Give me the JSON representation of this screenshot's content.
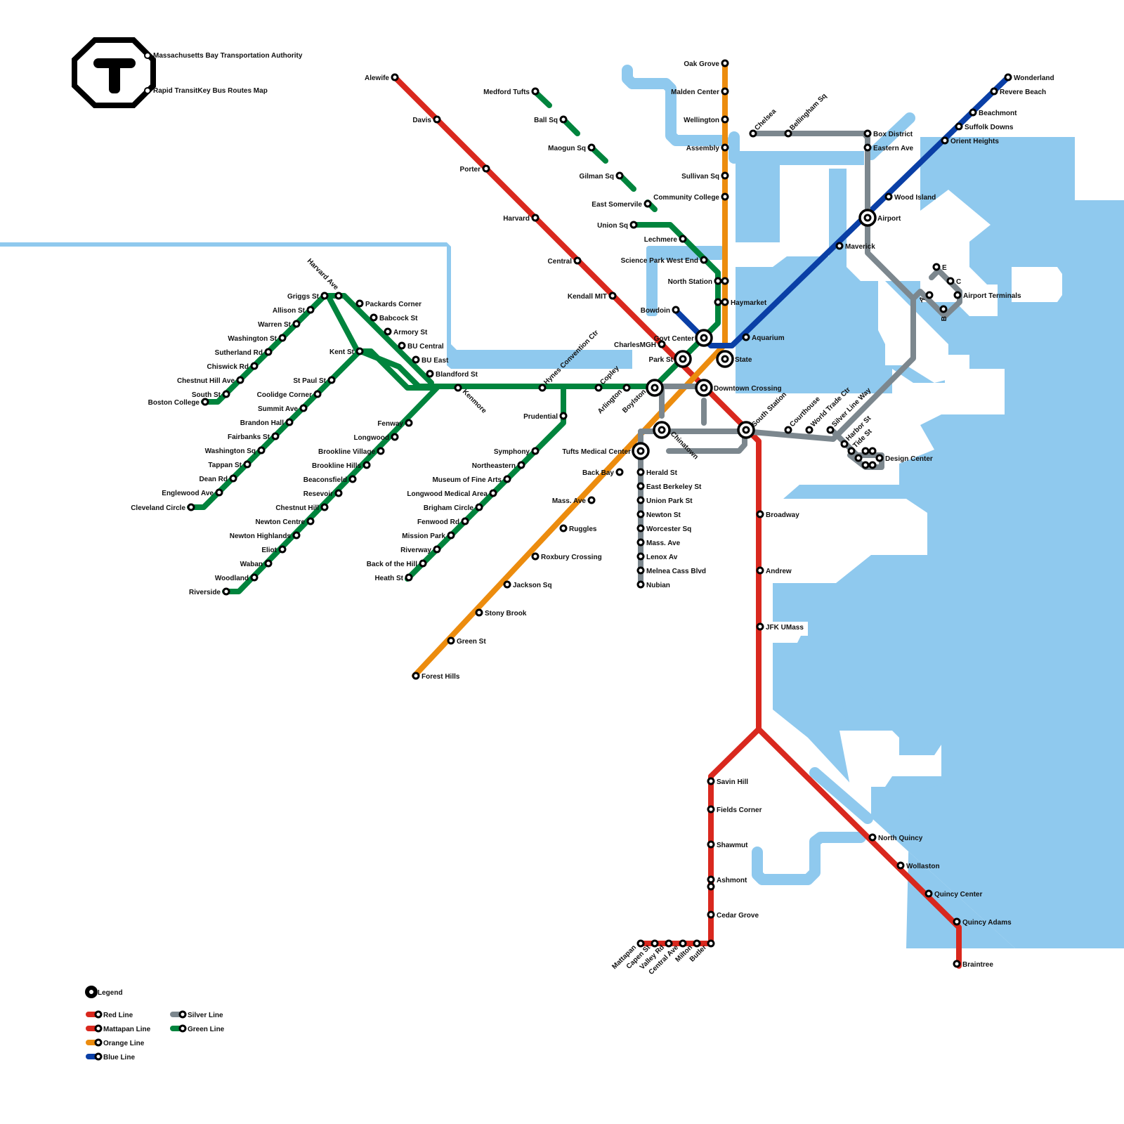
{
  "header": {
    "title": "Massachusetts Bay Transportation Authority",
    "subtitle": "Rapid TransitKey Bus Routes Map",
    "logo_icon": "mbta-t-logo-icon"
  },
  "colors": {
    "red": "#d9281e",
    "orange": "#ec8c0e",
    "blue": "#0a3fa6",
    "green": "#00843d",
    "silver": "#7c878e",
    "water": "#8fc9ee"
  },
  "legend": {
    "title": "Legend",
    "items": [
      {
        "label": "Red Line",
        "color": "#d9281e"
      },
      {
        "label": "Mattapan Line",
        "color": "#d9281e"
      },
      {
        "label": "Orange Line",
        "color": "#ec8c0e"
      },
      {
        "label": "Blue Line",
        "color": "#0a3fa6"
      },
      {
        "label": "Silver Line",
        "color": "#7c878e"
      },
      {
        "label": "Green Line",
        "color": "#00843d"
      }
    ]
  },
  "lines": {
    "red": {
      "name": "Red Line",
      "stations": [
        "Alewife",
        "Davis",
        "Porter",
        "Harvard",
        "Central",
        "Kendall MIT",
        "CharlesMGH",
        "Park St",
        "Downtown Crossing",
        "South Station",
        "Broadway",
        "Andrew",
        "JFK UMass",
        "Savin Hill",
        "Fields Corner",
        "Shawmut",
        "Ashmont",
        "North Quincy",
        "Wollaston",
        "Quincy Center",
        "Quincy Adams",
        "Braintree"
      ]
    },
    "mattapan": {
      "name": "Mattapan Line",
      "stations": [
        "Ashmont",
        "Cedar Grove",
        "Butler",
        "Milton",
        "Central Ave",
        "Valley Rd",
        "Capen St",
        "Mattapan"
      ]
    },
    "orange": {
      "name": "Orange Line",
      "stations": [
        "Oak Grove",
        "Malden Center",
        "Wellington",
        "Assembly",
        "Sullivan Sq",
        "Community College",
        "North Station",
        "Haymarket",
        "State",
        "Downtown Crossing",
        "Chinatown",
        "Tufts Medical Center",
        "Back Bay",
        "Mass. Ave",
        "Ruggles",
        "Roxbury Crossing",
        "Jackson Sq",
        "Stony Brook",
        "Green St",
        "Forest Hills"
      ]
    },
    "blue": {
      "name": "Blue Line",
      "stations": [
        "Wonderland",
        "Revere Beach",
        "Beachmont",
        "Suffolk Downs",
        "Orient Heights",
        "Wood Island",
        "Airport",
        "Maverick",
        "Aquarium",
        "State",
        "Govt Center",
        "Bowdoin"
      ]
    },
    "green": {
      "name": "Green Line",
      "stations": [
        "Medford Tufts",
        "Ball Sq",
        "Maogun Sq",
        "Gilman Sq",
        "East Somervile",
        "Union Sq",
        "Lechmere",
        "Science Park West End",
        "North Station",
        "Haymarket",
        "Govt Center",
        "Park St",
        "Boylston",
        "Arlington",
        "Copley",
        "Hynes Convention Ctr",
        "Kenmore",
        "Blandford St",
        "BU East",
        "BU Central",
        "Armory St",
        "Babcock St",
        "Packards Corner",
        "Harvard Ave",
        "Griggs St",
        "Allison St",
        "Warren St",
        "Washington St",
        "Sutherland Rd",
        "Chiswick Rd",
        "Chestnut Hill Ave",
        "South St",
        "Boston College",
        "Kent St",
        "St Paul St",
        "Coolidge Corner",
        "Summit Ave",
        "Brandon Hall",
        "Fairbanks St",
        "Washington Sq",
        "Tappan St",
        "Dean Rd",
        "Englewood Ave",
        "Cleveland Circle",
        "Fenway",
        "Longwood",
        "Brookline Village",
        "Brookline Hills",
        "Beaconsfield",
        "Resevoir",
        "Chestnut Hill",
        "Newton Centre",
        "Newton Highlands",
        "Eliot",
        "Waban",
        "Woodland",
        "Riverside",
        "Prudential",
        "Symphony",
        "Northeastern",
        "Museum of Fine Arts",
        "Longwood Medical Area",
        "Brigham Circle",
        "Fenwood Rd",
        "Mission Park",
        "Riverway",
        "Back of the Hill",
        "Heath St"
      ]
    },
    "silver": {
      "name": "Silver Line",
      "stations": [
        "Chelsea",
        "Bellingham Sq",
        "Box District",
        "Eastern Ave",
        "Airport",
        "Airport Terminals",
        "A",
        "B",
        "C",
        "E",
        "South Station",
        "Courthouse",
        "World Trade Ctr",
        "Silver Line Way",
        "Harbor St",
        "Tide St",
        "Design Center",
        "Boylston",
        "Chinatown",
        "Tufts Medical Center",
        "Herald St",
        "East Berkeley St",
        "Union Park St",
        "Newton St",
        "Worcester Sq",
        "Mass. Ave",
        "Lenox Av",
        "Melnea Cass Blvd",
        "Nubian"
      ]
    }
  },
  "stations": [
    {
      "id": "alewife",
      "label": "Alewife"
    },
    {
      "id": "davis",
      "label": "Davis"
    },
    {
      "id": "porter",
      "label": "Porter"
    },
    {
      "id": "harvard",
      "label": "Harvard"
    },
    {
      "id": "central",
      "label": "Central"
    },
    {
      "id": "kendall",
      "label": "Kendall MIT"
    },
    {
      "id": "charlesmgh",
      "label": "CharlesMGH"
    },
    {
      "id": "parkst",
      "label": "Park St"
    },
    {
      "id": "downtown",
      "label": "Downtown Crossing"
    },
    {
      "id": "southstation",
      "label": "South Station"
    },
    {
      "id": "broadway",
      "label": "Broadway"
    },
    {
      "id": "andrew",
      "label": "Andrew"
    },
    {
      "id": "jfk",
      "label": "JFK UMass"
    },
    {
      "id": "savinhill",
      "label": "Savin Hill"
    },
    {
      "id": "fieldscorner",
      "label": "Fields Corner"
    },
    {
      "id": "shawmut",
      "label": "Shawmut"
    },
    {
      "id": "ashmont",
      "label": "Ashmont"
    },
    {
      "id": "northquincy",
      "label": "North Quincy"
    },
    {
      "id": "wollaston",
      "label": "Wollaston"
    },
    {
      "id": "quincycenter",
      "label": "Quincy Center"
    },
    {
      "id": "quincyadams",
      "label": "Quincy Adams"
    },
    {
      "id": "braintree",
      "label": "Braintree"
    },
    {
      "id": "cedargrove",
      "label": "Cedar Grove"
    },
    {
      "id": "butler",
      "label": "Butler"
    },
    {
      "id": "milton",
      "label": "Milton"
    },
    {
      "id": "centralave",
      "label": "Central Ave"
    },
    {
      "id": "valleyrd",
      "label": "Valley Rd"
    },
    {
      "id": "capenst",
      "label": "Capen St"
    },
    {
      "id": "mattapan",
      "label": "Mattapan"
    },
    {
      "id": "oakgrove",
      "label": "Oak Grove"
    },
    {
      "id": "malden",
      "label": "Malden Center"
    },
    {
      "id": "wellington",
      "label": "Wellington"
    },
    {
      "id": "assembly",
      "label": "Assembly"
    },
    {
      "id": "sullivan",
      "label": "Sullivan Sq"
    },
    {
      "id": "commcollege",
      "label": "Community College"
    },
    {
      "id": "northstation",
      "label": "North Station"
    },
    {
      "id": "haymarket",
      "label": "Haymarket"
    },
    {
      "id": "state",
      "label": "State"
    },
    {
      "id": "chinatown",
      "label": "Chinatown"
    },
    {
      "id": "tufts",
      "label": "Tufts Medical Center"
    },
    {
      "id": "backbay",
      "label": "Back Bay"
    },
    {
      "id": "massave_o",
      "label": "Mass. Ave"
    },
    {
      "id": "ruggles",
      "label": "Ruggles"
    },
    {
      "id": "roxbury",
      "label": "Roxbury Crossing"
    },
    {
      "id": "jacksonsq",
      "label": "Jackson Sq"
    },
    {
      "id": "stonybrook",
      "label": "Stony Brook"
    },
    {
      "id": "greenst",
      "label": "Green St"
    },
    {
      "id": "foresthills",
      "label": "Forest Hills"
    },
    {
      "id": "wonderland",
      "label": "Wonderland"
    },
    {
      "id": "reverebeach",
      "label": "Revere Beach"
    },
    {
      "id": "beachmont",
      "label": "Beachmont"
    },
    {
      "id": "suffolk",
      "label": "Suffolk Downs"
    },
    {
      "id": "orient",
      "label": "Orient Heights"
    },
    {
      "id": "woodisland",
      "label": "Wood Island"
    },
    {
      "id": "airport",
      "label": "Airport"
    },
    {
      "id": "maverick",
      "label": "Maverick"
    },
    {
      "id": "aquarium",
      "label": "Aquarium"
    },
    {
      "id": "govtcenter",
      "label": "Govt Center"
    },
    {
      "id": "bowdoin",
      "label": "Bowdoin"
    },
    {
      "id": "medford",
      "label": "Medford Tufts"
    },
    {
      "id": "ballsq",
      "label": "Ball Sq"
    },
    {
      "id": "maogun",
      "label": "Maogun Sq"
    },
    {
      "id": "gilman",
      "label": "Gilman Sq"
    },
    {
      "id": "eastsom",
      "label": "East Somervile"
    },
    {
      "id": "unionsq",
      "label": "Union Sq"
    },
    {
      "id": "lechmere",
      "label": "Lechmere"
    },
    {
      "id": "sciencepark",
      "label": "Science Park West End"
    },
    {
      "id": "boylston",
      "label": "Boylston"
    },
    {
      "id": "arlington",
      "label": "Arlington"
    },
    {
      "id": "copley",
      "label": "Copley"
    },
    {
      "id": "hynes",
      "label": "Hynes Convention Ctr"
    },
    {
      "id": "kenmore",
      "label": "Kenmore"
    },
    {
      "id": "blandford",
      "label": "Blandford St"
    },
    {
      "id": "bueast",
      "label": "BU East"
    },
    {
      "id": "bucentral",
      "label": "BU Central"
    },
    {
      "id": "armory",
      "label": "Armory St"
    },
    {
      "id": "babcock",
      "label": "Babcock St"
    },
    {
      "id": "packards",
      "label": "Packards Corner"
    },
    {
      "id": "harvardave",
      "label": "Harvard Ave"
    },
    {
      "id": "griggs",
      "label": "Griggs St"
    },
    {
      "id": "allison",
      "label": "Allison St"
    },
    {
      "id": "warren",
      "label": "Warren St"
    },
    {
      "id": "washst",
      "label": "Washington St"
    },
    {
      "id": "sutherland",
      "label": "Sutherland Rd"
    },
    {
      "id": "chiswick",
      "label": "Chiswick Rd"
    },
    {
      "id": "chestnuthillave",
      "label": "Chestnut Hill Ave"
    },
    {
      "id": "southst",
      "label": "South St"
    },
    {
      "id": "bc",
      "label": "Boston College"
    },
    {
      "id": "kentst",
      "label": "Kent St"
    },
    {
      "id": "stpaul",
      "label": "St Paul St"
    },
    {
      "id": "coolidge",
      "label": "Coolidge Corner"
    },
    {
      "id": "summit",
      "label": "Summit Ave"
    },
    {
      "id": "brandon",
      "label": "Brandon Hall"
    },
    {
      "id": "fairbanks",
      "label": "Fairbanks St"
    },
    {
      "id": "washsq",
      "label": "Washington Sq"
    },
    {
      "id": "tappan",
      "label": "Tappan St"
    },
    {
      "id": "deanrd",
      "label": "Dean Rd"
    },
    {
      "id": "englewood",
      "label": "Englewood Ave"
    },
    {
      "id": "cleveland",
      "label": "Cleveland Circle"
    },
    {
      "id": "fenway",
      "label": "Fenway"
    },
    {
      "id": "longwood",
      "label": "Longwood"
    },
    {
      "id": "brooklinevillage",
      "label": "Brookline Village"
    },
    {
      "id": "brooklinehills",
      "label": "Brookline Hills"
    },
    {
      "id": "beaconsfield",
      "label": "Beaconsfield"
    },
    {
      "id": "resevoir",
      "label": "Resevoir"
    },
    {
      "id": "chestnuthill",
      "label": "Chestnut Hill"
    },
    {
      "id": "newtoncentre",
      "label": "Newton Centre"
    },
    {
      "id": "newtonhighlands",
      "label": "Newton Highlands"
    },
    {
      "id": "eliot",
      "label": "Eliot"
    },
    {
      "id": "waban",
      "label": "Waban"
    },
    {
      "id": "woodland",
      "label": "Woodland"
    },
    {
      "id": "riverside",
      "label": "Riverside"
    },
    {
      "id": "prudential",
      "label": "Prudential"
    },
    {
      "id": "symphony",
      "label": "Symphony"
    },
    {
      "id": "northeastern",
      "label": "Northeastern"
    },
    {
      "id": "mfa",
      "label": "Museum of Fine Arts"
    },
    {
      "id": "lma",
      "label": "Longwood Medical Area"
    },
    {
      "id": "brigham",
      "label": "Brigham Circle"
    },
    {
      "id": "fenwoodrd",
      "label": "Fenwood Rd"
    },
    {
      "id": "missionpark",
      "label": "Mission Park"
    },
    {
      "id": "riverway",
      "label": "Riverway"
    },
    {
      "id": "backofhill",
      "label": "Back of the Hill"
    },
    {
      "id": "heathst",
      "label": "Heath St"
    },
    {
      "id": "chelsea",
      "label": "Chelsea"
    },
    {
      "id": "bellingham",
      "label": "Bellingham Sq"
    },
    {
      "id": "boxdistrict",
      "label": "Box District"
    },
    {
      "id": "easternave",
      "label": "Eastern Ave"
    },
    {
      "id": "terminals",
      "label": "Airport Terminals"
    },
    {
      "id": "term_a",
      "label": "A"
    },
    {
      "id": "term_b",
      "label": "B"
    },
    {
      "id": "term_c",
      "label": "C"
    },
    {
      "id": "term_e",
      "label": "E"
    },
    {
      "id": "courthouse",
      "label": "Courthouse"
    },
    {
      "id": "wtc",
      "label": "World Trade Ctr"
    },
    {
      "id": "silverlineway",
      "label": "Silver Line Way"
    },
    {
      "id": "harborst",
      "label": "Harbor St"
    },
    {
      "id": "tidest",
      "label": "Tide St"
    },
    {
      "id": "designcenter",
      "label": "Design Center"
    },
    {
      "id": "heraldst",
      "label": "Herald St"
    },
    {
      "id": "eastberkeley",
      "label": "East Berkeley St"
    },
    {
      "id": "unionpark",
      "label": "Union Park St"
    },
    {
      "id": "newtonst",
      "label": "Newton St"
    },
    {
      "id": "worcester",
      "label": "Worcester Sq"
    },
    {
      "id": "massave_s",
      "label": "Mass. Ave"
    },
    {
      "id": "lenox",
      "label": "Lenox Av"
    },
    {
      "id": "melnea",
      "label": "Melnea Cass Blvd"
    },
    {
      "id": "nubian",
      "label": "Nubian"
    }
  ]
}
